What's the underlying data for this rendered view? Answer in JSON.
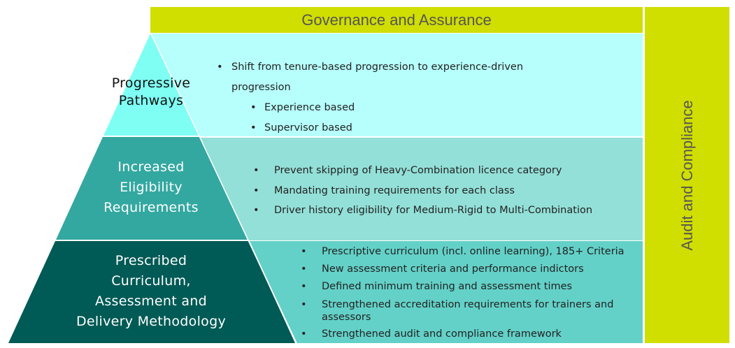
{
  "governance_label": "Governance and Assurance",
  "audit_label": "Audit and Compliance",
  "colors": {
    "lime": "#d0de00",
    "tier1": "#7ffff4",
    "band1": "#b6fffc",
    "tier2": "#33a8a0",
    "band2": "#93e0d8",
    "tier3": "#005a55",
    "band3": "#63d1c8"
  },
  "tiers": [
    {
      "title_lines": [
        "Progressive",
        "Pathways"
      ],
      "bullets": [
        "Shift from tenure-based progression to experience-driven",
        "progression"
      ],
      "sub_bullets": [
        "Experience based",
        "Supervisor based"
      ]
    },
    {
      "title_lines": [
        "Increased",
        "Eligibility",
        "Requirements"
      ],
      "bullets": [
        "Prevent skipping of Heavy-Combination licence category",
        "Mandating training requirements for each class",
        "Driver history eligibility for Medium-Rigid to Multi-Combination"
      ]
    },
    {
      "title_lines": [
        "Prescribed",
        "Curriculum,",
        "Assessment and",
        "Delivery Methodology"
      ],
      "bullets": [
        "Prescriptive curriculum (incl. online learning), 185+ Criteria",
        "New assessment criteria and performance indictors",
        "Defined minimum training and assessment times",
        "Strengthened accreditation requirements for trainers and",
        "assessors",
        "Strengthened audit and compliance framework"
      ]
    }
  ]
}
